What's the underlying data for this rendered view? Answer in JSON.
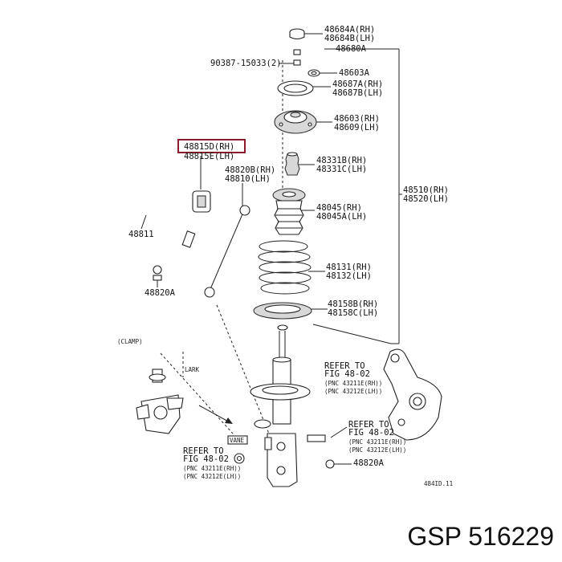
{
  "labels": {
    "p48684": [
      "48684A(RH)",
      "48684B(LH)"
    ],
    "p48680": "48680A",
    "p90387": "90387-15033(2)",
    "p48603": "48603A",
    "p48687": [
      "48687A(RH)",
      "48687B(LH)"
    ],
    "p48603_09": [
      "48603(RH)",
      "48609(LH)"
    ],
    "p48815": [
      "48815D(RH)",
      "48815E(LH)"
    ],
    "p48331": [
      "48331B(RH)",
      "48331C(LH)"
    ],
    "p48820b": [
      "48820B(RH)",
      "48810(LH)"
    ],
    "p48510": [
      "48510(RH)",
      "48520(LH)"
    ],
    "p48045": [
      "48045(RH)",
      "48045A(LH)"
    ],
    "p48811": "48811",
    "p48131": [
      "48131(RH)",
      "48132(LH)"
    ],
    "p48820a_left": "48820A",
    "p48158": [
      "48158B(RH)",
      "48158C(LH)"
    ],
    "refer_right_top": [
      "REFER TO",
      "FIG 48-02",
      "(PNC 43211E(RH))",
      "(PNC 43212E(LH))"
    ],
    "refer_right_bottom": [
      "REFER TO",
      "FIG 48-02",
      "(PNC 43211E(RH))",
      "(PNC 43212E(LH))"
    ],
    "refer_left_bottom": [
      "REFER TO",
      "FIG 48-02",
      "(PNC 43211E(RH))",
      "(PNC 43212E(LH))"
    ],
    "p48820a_right": "48820A",
    "small_marks": [
      "(CLAMP)",
      "LARK",
      "VANE"
    ],
    "figure_code": "484ID.11"
  },
  "highlight_color": "#8b1a2a",
  "footer_title": "GSP 516229"
}
